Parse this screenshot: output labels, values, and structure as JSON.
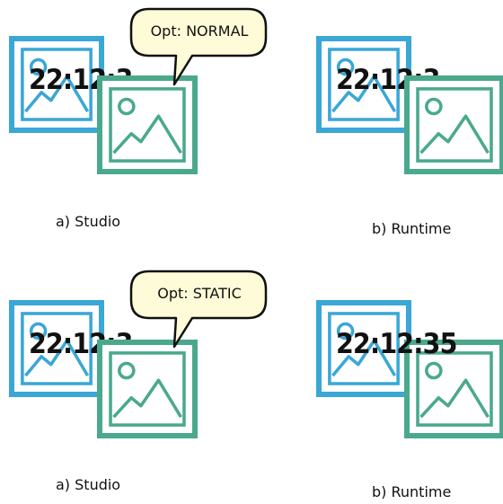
{
  "colors": {
    "back_frame": "#3aa7d6",
    "front_frame": "#4aa98c",
    "bubble_fill": "#fefbd8"
  },
  "icons": [
    "image-icon"
  ],
  "rows": [
    {
      "studio": {
        "clock": "22:12:35",
        "bubble": "Opt: NORMAL",
        "caption": "a) Studio"
      },
      "runtime": {
        "clock": "22:12:35",
        "caption": "b) Runtime"
      }
    },
    {
      "studio": {
        "clock": "22:12:35",
        "bubble": "Opt: STATIC",
        "caption": "a) Studio"
      },
      "runtime": {
        "clock": "22:12:35",
        "caption": "b) Runtime"
      }
    }
  ]
}
